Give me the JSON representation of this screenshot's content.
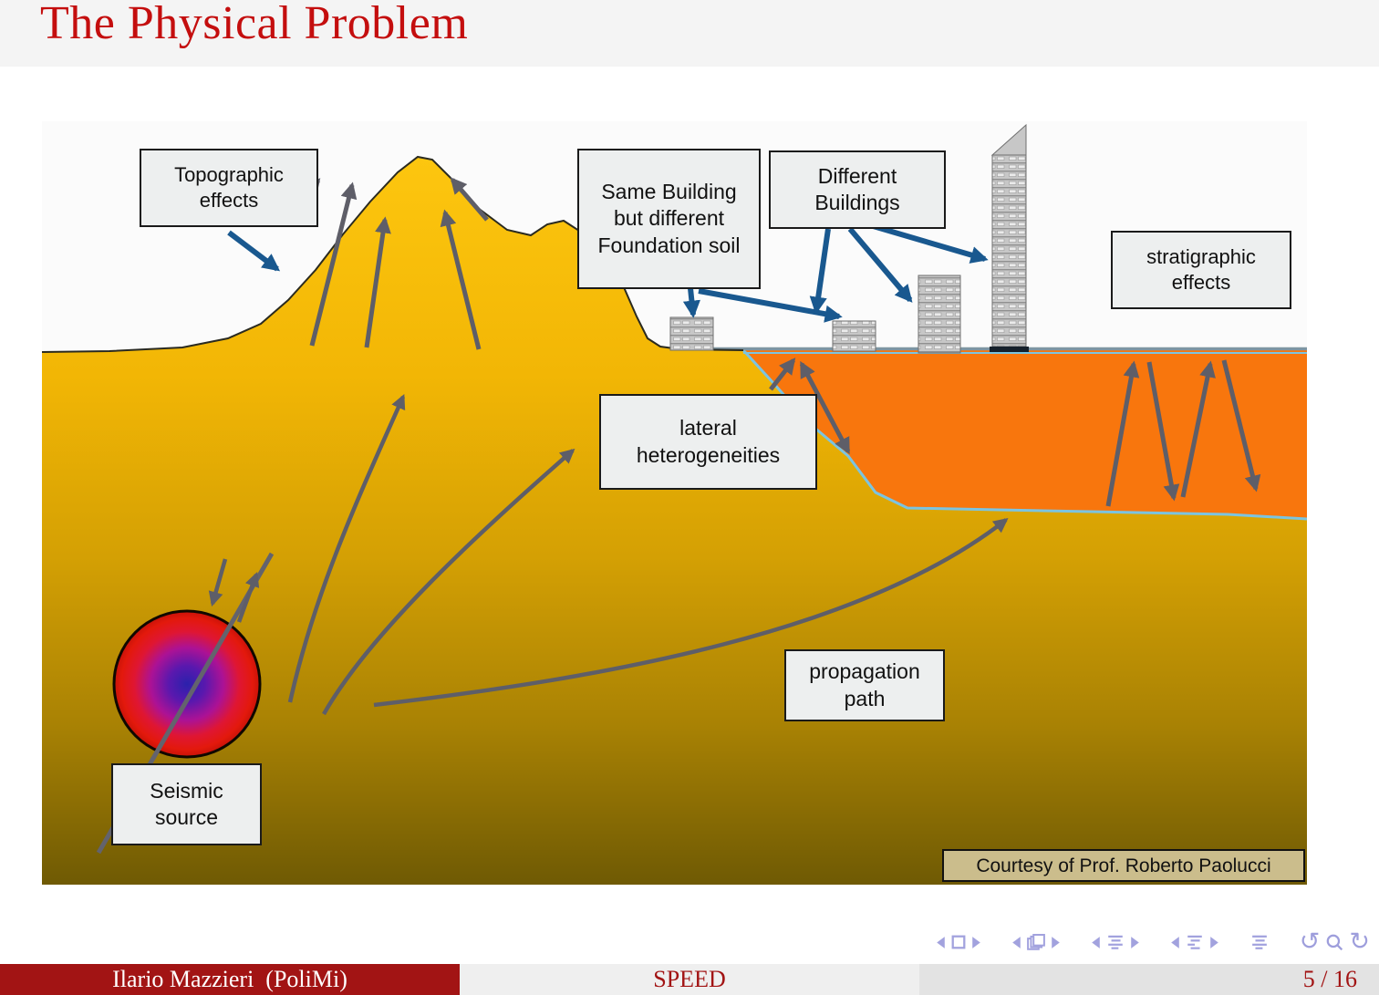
{
  "slide": {
    "title": "The Physical Problem"
  },
  "diagram": {
    "labels": {
      "topographic": "Topographic\neffects",
      "same_building": "Same Building\nbut different\nFoundation soil",
      "different_buildings": "Different\nBuildings",
      "stratigraphic": "stratigraphic\neffects",
      "lateral": "lateral\nheterogeneities",
      "propagation": "propagation\npath",
      "seismic": "Seismic\nsource",
      "courtesy": "Courtesy of Prof. Roberto Paolucci"
    },
    "colors": {
      "soil_top": "#fdc60f",
      "soil_bottom": "#6f5a04",
      "basin_orange": "#f8760d",
      "basin_edge_blue": "#7cc4e0",
      "surface_line": "#7e95a2",
      "wave_arrow_gray": "#5e5e68",
      "label_arrow_blue": "#19588f",
      "label_box_bg": "#edefef",
      "courtesy_bg": "#cbbd8c",
      "source_core_blue": "#2b21ac",
      "source_outer_red": "#e3190c",
      "building_gray": "#c7c7c7"
    }
  },
  "nav": {
    "icons": [
      "prev-slide",
      "current-frame",
      "next-slide",
      "prev-frame",
      "frame-group",
      "next-frame",
      "prev-section",
      "section-list",
      "next-section",
      "prev-subsection",
      "subsection-list",
      "next-subsection",
      "appendix-list",
      "undo-navigation",
      "search",
      "redo-navigation"
    ],
    "color": "#9e9edc"
  },
  "footer": {
    "author": "Ilario Mazzieri  (PoliMi)",
    "event": "SPEED",
    "page": "5 / 16",
    "bar_red": "#a21414"
  },
  "header": {
    "title_color": "#c40e0e",
    "band_bg": "#f4f4f4"
  }
}
